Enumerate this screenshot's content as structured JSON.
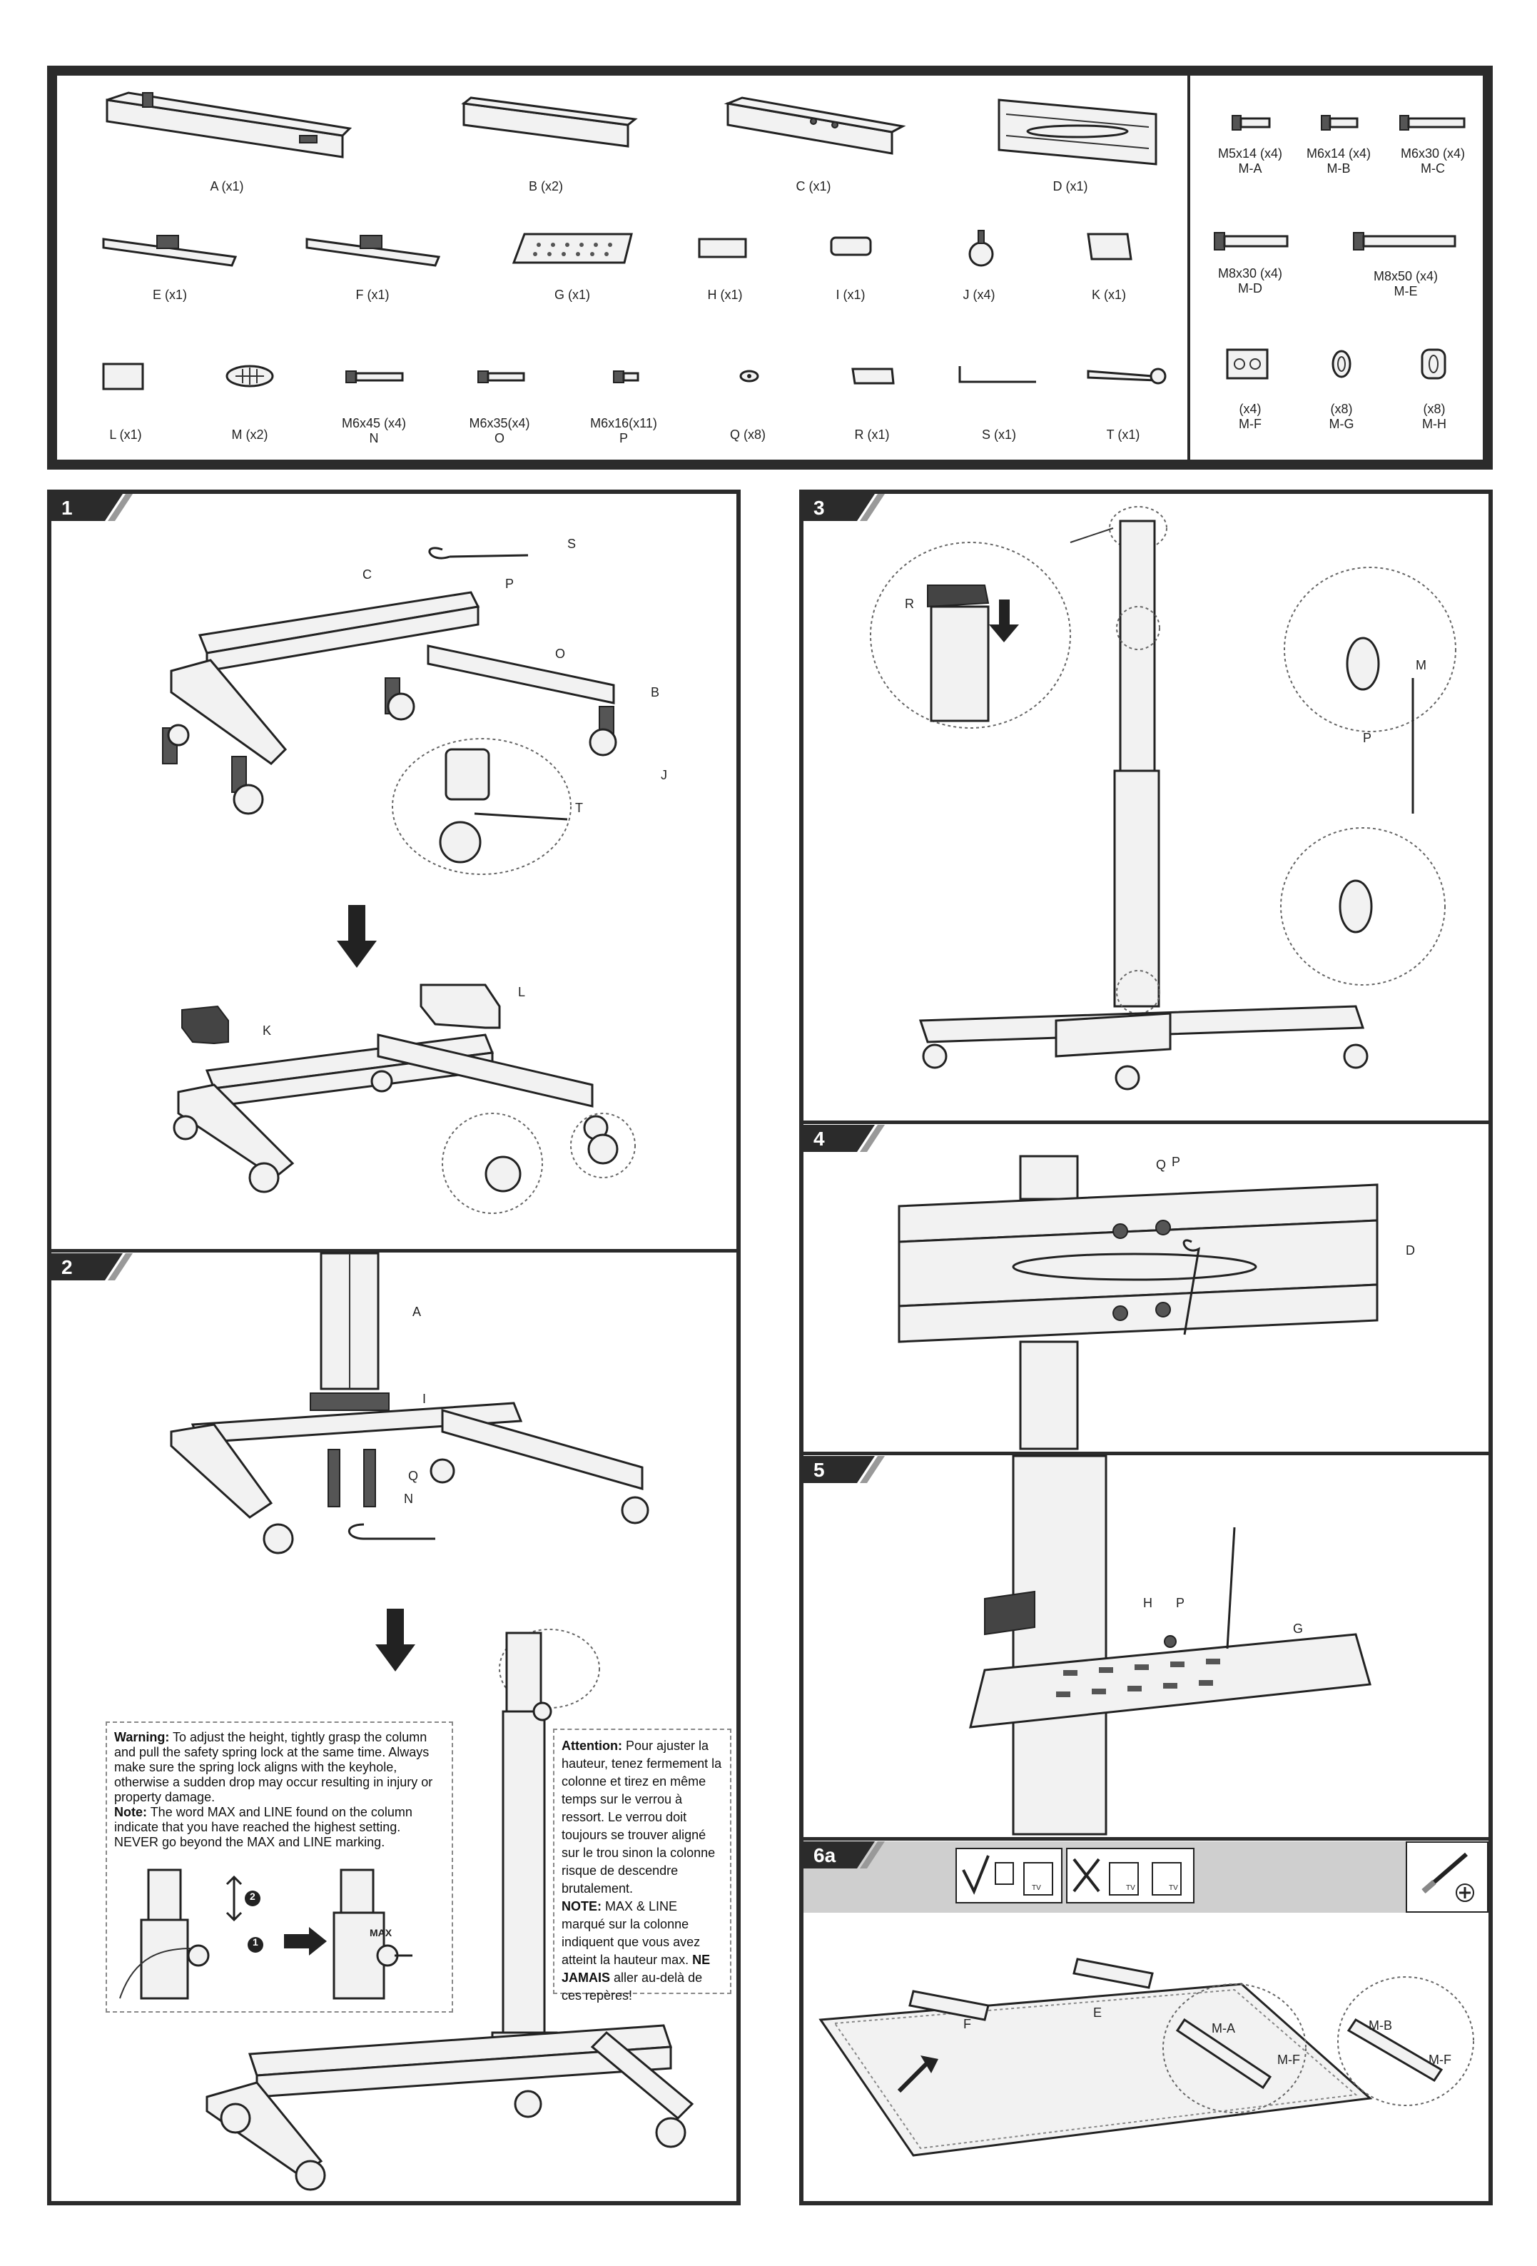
{
  "parts": {
    "A": "A (x1)",
    "B": "B (x2)",
    "C": "C (x1)",
    "D": "D (x1)",
    "E": "E (x1)",
    "F": "F (x1)",
    "G": "G (x1)",
    "H": "H (x1)",
    "I": "I (x1)",
    "J": "J (x4)",
    "K": "K (x1)",
    "L": "L (x1)",
    "M": "M (x2)",
    "N_size": "M6x45 (x4)",
    "N": "N",
    "O_size": "M6x35(x4)",
    "O": "O",
    "P_size": "M6x16(x11)",
    "P": "P",
    "Q": "Q (x8)",
    "R": "R (x1)",
    "S": "S (x1)",
    "T": "T (x1)"
  },
  "hardware": {
    "MA_size": "M5x14 (x4)",
    "MA": "M-A",
    "MB_size": "M6x14 (x4)",
    "MB": "M-B",
    "MC_size": "M6x30 (x4)",
    "MC": "M-C",
    "MD_size": "M8x30 (x4)",
    "MD": "M-D",
    "ME_size": "M8x50 (x4)",
    "ME": "M-E",
    "MF_qty": "(x4)",
    "MF": "M-F",
    "MG_qty": "(x8)",
    "MG": "M-G",
    "MH_qty": "(x8)",
    "MH": "M-H"
  },
  "steps": {
    "s1": "1",
    "s2": "2",
    "s3": "3",
    "s4": "4",
    "s5": "5",
    "s6a": "6a"
  },
  "callouts": {
    "S": "S",
    "P": "P",
    "C": "C",
    "O": "O",
    "B": "B",
    "J": "J",
    "T": "T",
    "K": "K",
    "L": "L",
    "A": "A",
    "I": "I",
    "Q": "Q",
    "N": "N",
    "R": "R",
    "M": "M",
    "D": "D",
    "H": "H",
    "G": "G",
    "E": "E",
    "F": "F",
    "MA": "M-A",
    "MF": "M-F",
    "MB": "M-B"
  },
  "warning": {
    "title": "Warning:",
    "text": "To adjust the height, tightly grasp the column and pull the safety spring lock at the same time. Always make sure the spring lock aligns with the keyhole, otherwise a sudden drop may occur resulting in injury or property damage.",
    "note_title": "Note:",
    "note_text": "The word MAX and LINE found on the column indicate that you have reached the highest setting. NEVER go beyond the MAX and LINE marking.",
    "max": "MAX"
  },
  "attention": {
    "title": "Attention:",
    "text": "Pour ajuster la hauteur, tenez fermement la colonne et tirez en même temps sur le verrou à ressort. Le verrou doit toujours se trouver aligné sur le trou sinon la colonne risque de descendre brutalement.",
    "note_title": "NOTE:",
    "note_text": "MAX & LINE marqué sur la colonne indiquent que vous avez atteint la hauteur max.",
    "never": "NE JAMAIS",
    "never_rest": "aller au-delà de ces repères!"
  },
  "marks": {
    "one": "1",
    "two": "2",
    "tv": "TV"
  }
}
